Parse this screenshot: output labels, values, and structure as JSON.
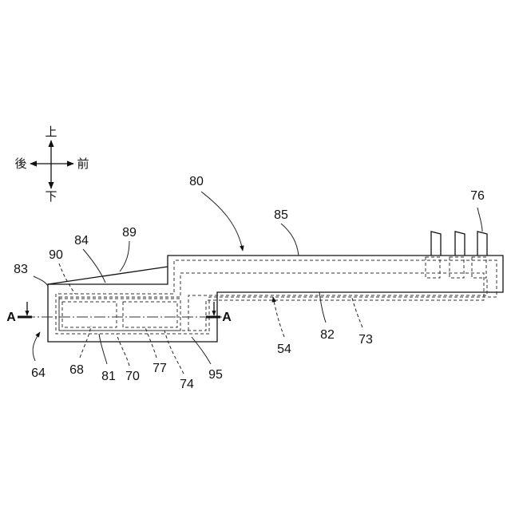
{
  "directions": {
    "up": "上",
    "down": "下",
    "back": "後",
    "front": "前"
  },
  "section_mark": "A",
  "labels": {
    "l80": "80",
    "l85": "85",
    "l76": "76",
    "l89": "89",
    "l84": "84",
    "l90": "90",
    "l83": "83",
    "l64": "64",
    "l68": "68",
    "l81": "81",
    "l70": "70",
    "l77": "77",
    "l74": "74",
    "l95": "95",
    "l54": "54",
    "l82": "82",
    "l73": "73"
  }
}
